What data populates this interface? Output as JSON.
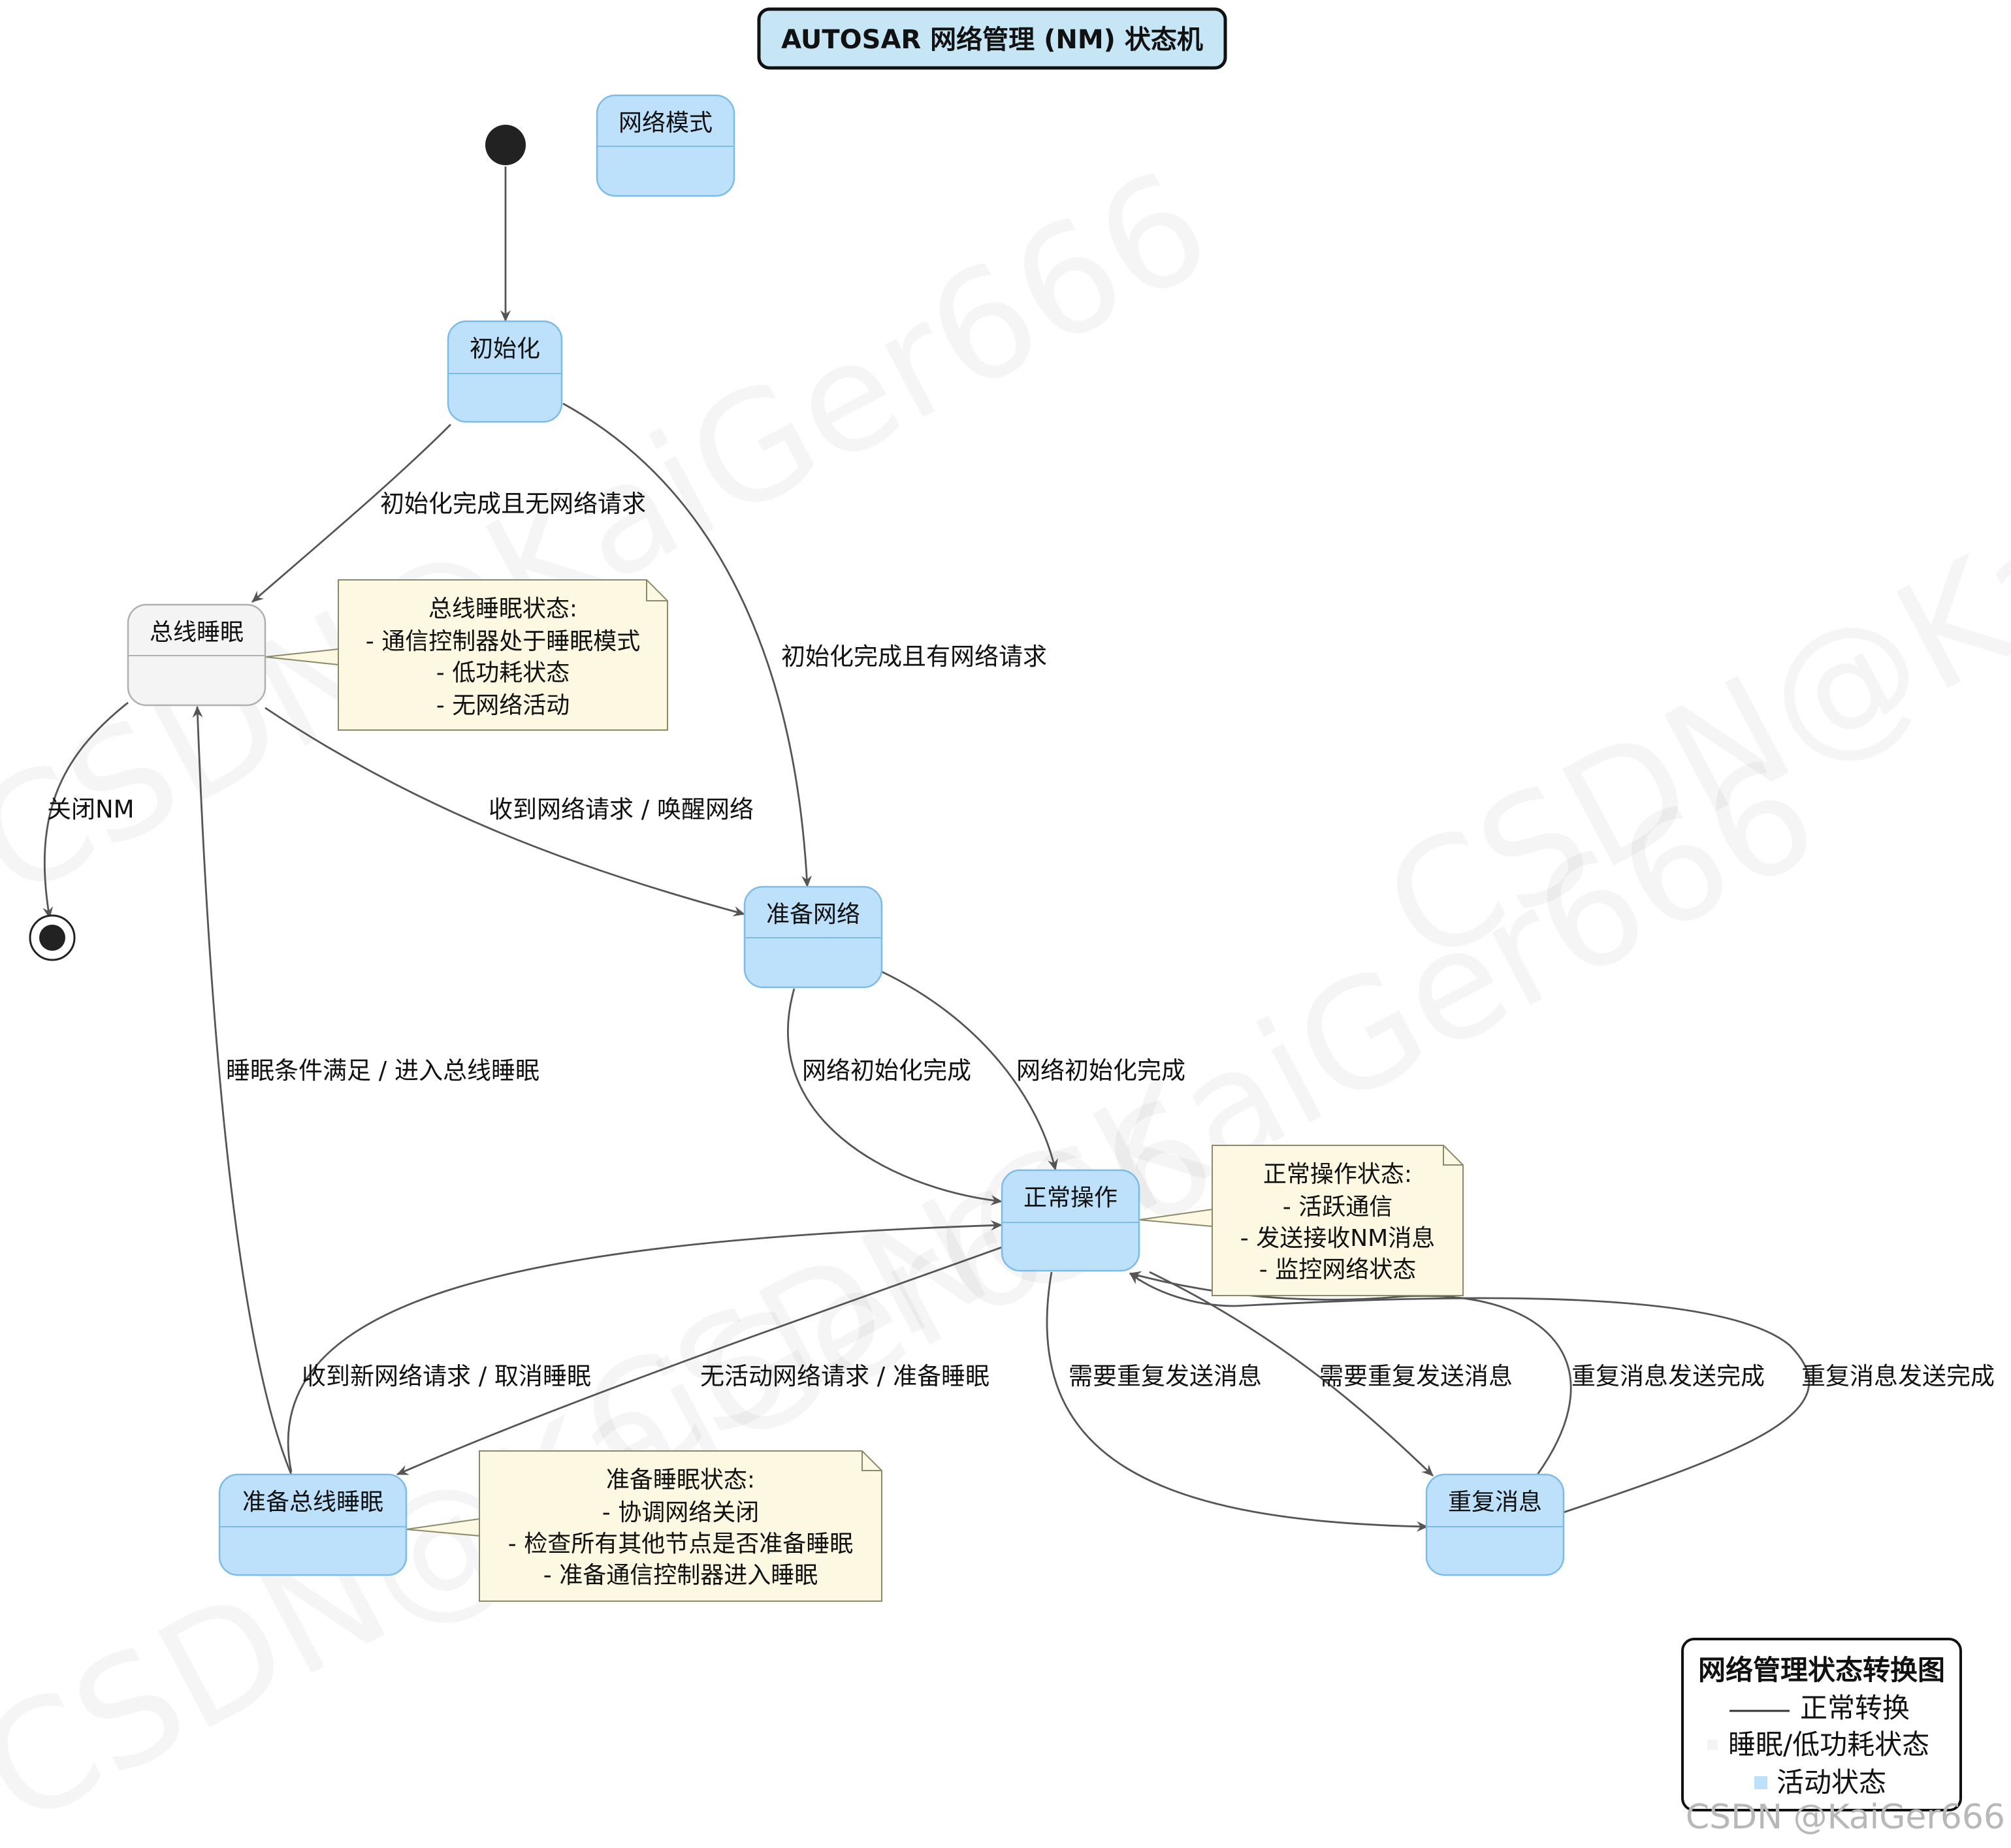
{
  "title": "AUTOSAR 网络管理 (NM) 状态机",
  "colors": {
    "active_fill": "#bde0fb",
    "active_stroke": "#7cbcea",
    "sleep_fill": "#f4f4f4",
    "sleep_stroke": "#b0b0b0",
    "note_fill": "#fdf8e1",
    "note_stroke": "#8a8a6a",
    "edge": "#555555"
  },
  "composite_state": "网络模式",
  "states": {
    "init": "初始化",
    "bus_sleep": "总线睡眠",
    "prepare_network": "准备网络",
    "normal_operation": "正常操作",
    "prepare_bus_sleep": "准备总线睡眠",
    "repeat_message": "重复消息"
  },
  "transitions": {
    "init_to_sleep": "初始化完成且无网络请求",
    "init_to_prepare": "初始化完成且有网络请求",
    "sleep_to_final": "关闭NM",
    "sleep_to_prepare": "收到网络请求 / 唤醒网络",
    "prepare_to_normal_1": "网络初始化完成",
    "prepare_to_normal_2": "网络初始化完成",
    "prep_sleep_to_sleep": "睡眠条件满足 / 进入总线睡眠",
    "prep_sleep_to_normal": "收到新网络请求 / 取消睡眠",
    "normal_to_prep_sleep": "无活动网络请求 / 准备睡眠",
    "normal_to_repeat_1": "需要重复发送消息",
    "normal_to_repeat_2": "需要重复发送消息",
    "repeat_to_normal_1": "重复消息发送完成",
    "repeat_to_normal_2": "重复消息发送完成"
  },
  "notes": {
    "bus_sleep": [
      "总线睡眠状态:",
      "- 通信控制器处于睡眠模式",
      "- 低功耗状态",
      "- 无网络活动"
    ],
    "normal_operation": [
      "正常操作状态:",
      "- 活跃通信",
      "- 发送接收NM消息",
      "- 监控网络状态"
    ],
    "prepare_bus_sleep": [
      "准备睡眠状态:",
      "- 协调网络关闭",
      "- 检查所有其他节点是否准备睡眠",
      "- 准备通信控制器进入睡眠"
    ]
  },
  "legend": {
    "title": "网络管理状态转换图",
    "items": [
      {
        "label": "正常转换",
        "symbol": "——"
      },
      {
        "label": "睡眠/低功耗状态",
        "symbol": "■"
      },
      {
        "label": "活动状态",
        "symbol": "■"
      }
    ]
  },
  "watermark": "CSDN@KaiGer666",
  "csdn_credit": "CSDN @KaiGer666"
}
